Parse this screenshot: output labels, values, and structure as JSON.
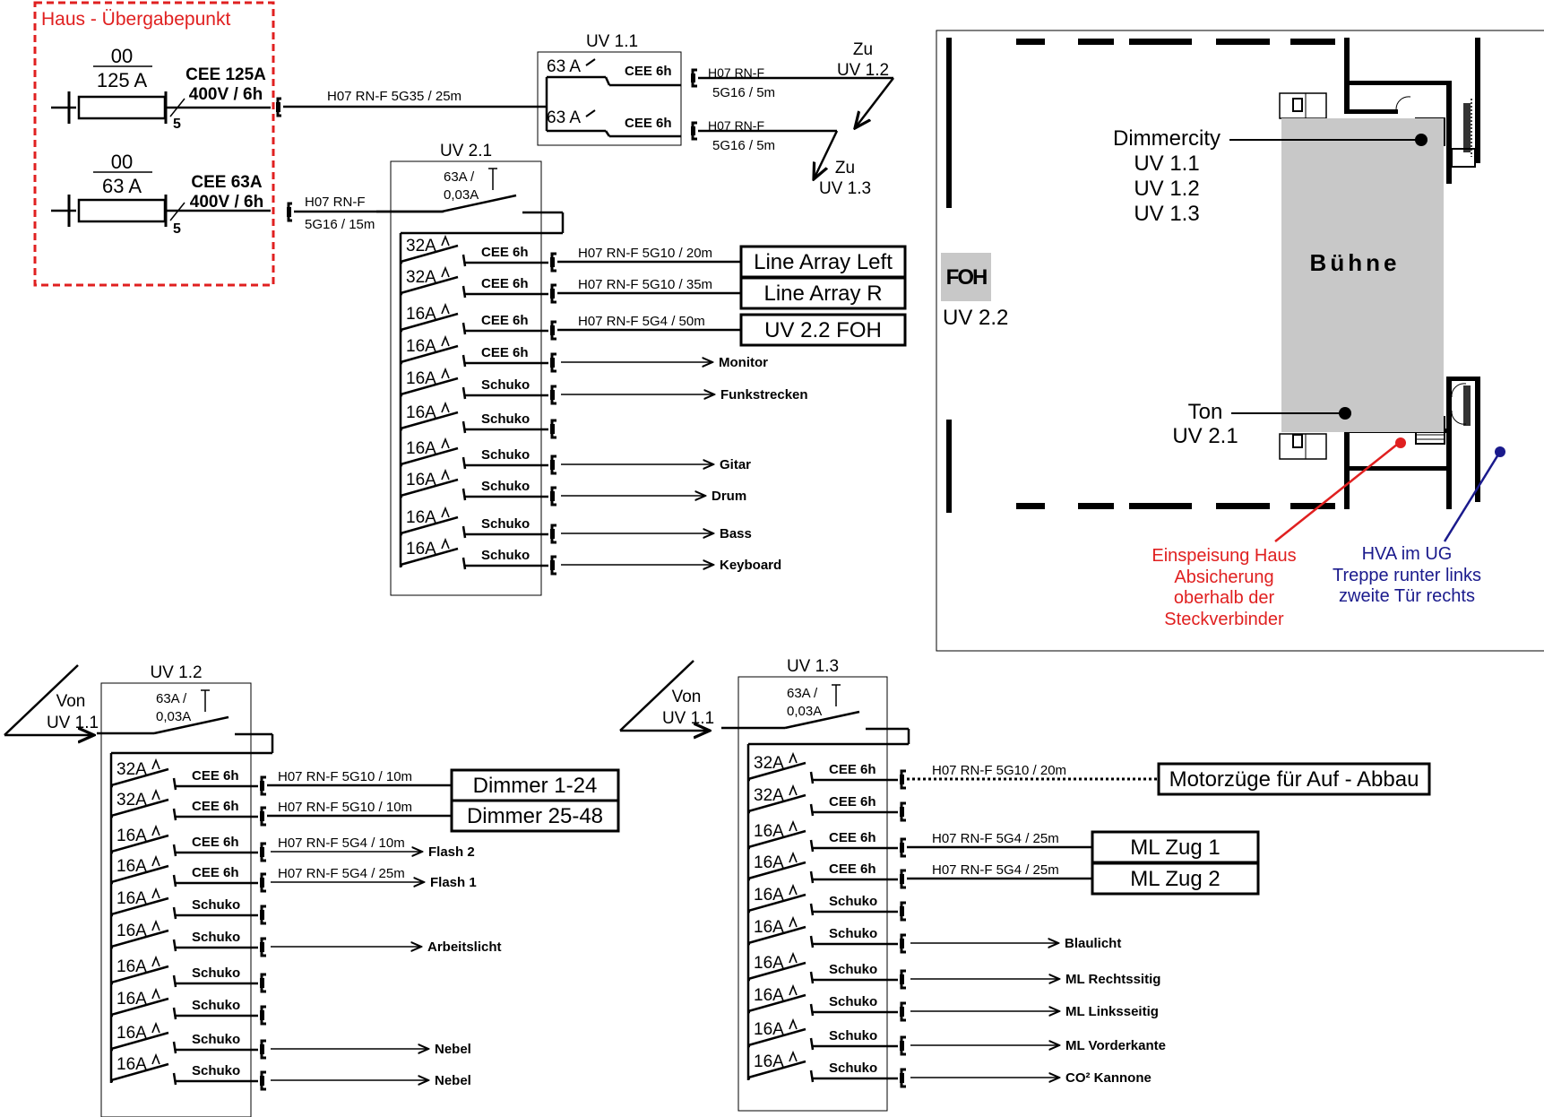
{
  "colors": {
    "ink": "#000000",
    "red": "#e02020",
    "blue": "#1a1a8c",
    "stage": "#c8c8c8",
    "foh": "#c8c8c8"
  },
  "haus": {
    "title": "Haus - Übergabepunkt",
    "fuse1": {
      "top": "00",
      "rating": "125 A",
      "pole": "5",
      "plug": "CEE 125A",
      "plug_rating": "400V / 6h"
    },
    "fuse2": {
      "top": "00",
      "rating": "63 A",
      "pole": "5",
      "plug": "CEE 63A",
      "plug_rating": "400V / 6h"
    }
  },
  "feed1_cable": "H07 RN-F 5G35 / 25m",
  "feed2_cable_a": "H07 RN-F",
  "feed2_cable_b": "5G16 / 15m",
  "uv11": {
    "title": "UV 1.1",
    "b1": "63 A",
    "b2": "63 A",
    "o1": "CEE 6h",
    "o2": "CEE 6h",
    "c1a": "H07 RN-F",
    "c1b": "5G16 / 5m",
    "c2a": "H07 RN-F",
    "c2b": "5G16 / 5m",
    "to1a": "Zu",
    "to1b": "UV 1.2",
    "to2a": "Zu",
    "to2b": "UV 1.3"
  },
  "uv21": {
    "title": "UV 2.1",
    "main_a": "63A /",
    "main_b": "0,03A",
    "rows": [
      {
        "breaker": "32A",
        "outlet": "CEE 6h",
        "cable": "H07 RN-F 5G10 / 20m",
        "target": "Line Array Left"
      },
      {
        "breaker": "32A",
        "outlet": "CEE 6h",
        "cable": "H07 RN-F 5G10 / 35m",
        "target": "Line Array R"
      },
      {
        "breaker": "16A",
        "outlet": "CEE 6h",
        "cable": "H07 RN-F 5G4 / 50m",
        "target": "UV 2.2 FOH"
      },
      {
        "breaker": "16A",
        "outlet": "CEE 6h",
        "cable": "",
        "target": "Monitor"
      },
      {
        "breaker": "16A",
        "outlet": "Schuko",
        "cable": "",
        "target": "Funkstrecken"
      },
      {
        "breaker": "16A",
        "outlet": "Schuko",
        "cable": "",
        "target": ""
      },
      {
        "breaker": "16A",
        "outlet": "Schuko",
        "cable": "",
        "target": "Gitar"
      },
      {
        "breaker": "16A",
        "outlet": "Schuko",
        "cable": "",
        "target": "Drum"
      },
      {
        "breaker": "16A",
        "outlet": "Schuko",
        "cable": "",
        "target": "Bass"
      },
      {
        "breaker": "16A",
        "outlet": "Schuko",
        "cable": "",
        "target": "Keyboard"
      }
    ]
  },
  "uv12": {
    "title": "UV 1.2",
    "from_a": "Von",
    "from_b": "UV 1.1",
    "main_a": "63A /",
    "main_b": "0,03A",
    "rows": [
      {
        "breaker": "32A",
        "outlet": "CEE 6h",
        "cable": "H07 RN-F 5G10 / 10m",
        "target": "Dimmer 1-24"
      },
      {
        "breaker": "32A",
        "outlet": "CEE 6h",
        "cable": "H07 RN-F 5G10 / 10m",
        "target": "Dimmer 25-48"
      },
      {
        "breaker": "16A",
        "outlet": "CEE 6h",
        "cable": "H07 RN-F 5G4 / 10m",
        "target": "Flash 2"
      },
      {
        "breaker": "16A",
        "outlet": "CEE 6h",
        "cable": "H07 RN-F 5G4 / 25m",
        "target": "Flash 1"
      },
      {
        "breaker": "16A",
        "outlet": "Schuko",
        "cable": "",
        "target": ""
      },
      {
        "breaker": "16A",
        "outlet": "Schuko",
        "cable": "",
        "target": "Arbeitslicht"
      },
      {
        "breaker": "16A",
        "outlet": "Schuko",
        "cable": "",
        "target": ""
      },
      {
        "breaker": "16A",
        "outlet": "Schuko",
        "cable": "",
        "target": ""
      },
      {
        "breaker": "16A",
        "outlet": "Schuko",
        "cable": "",
        "target": "Nebel"
      },
      {
        "breaker": "16A",
        "outlet": "Schuko",
        "cable": "",
        "target": "Nebel"
      }
    ]
  },
  "uv13": {
    "title": "UV 1.3",
    "from_a": "Von",
    "from_b": "UV 1.1",
    "main_a": "63A /",
    "main_b": "0,03A",
    "rows": [
      {
        "breaker": "32A",
        "outlet": "CEE 6h",
        "cable": "H07 RN-F 5G10 / 20m",
        "target": "Motorzüge für Auf - Abbau"
      },
      {
        "breaker": "32A",
        "outlet": "CEE 6h",
        "cable": "",
        "target": ""
      },
      {
        "breaker": "16A",
        "outlet": "CEE 6h",
        "cable": "H07 RN-F 5G4 / 25m",
        "target": "ML Zug 1"
      },
      {
        "breaker": "16A",
        "outlet": "CEE 6h",
        "cable": "H07 RN-F 5G4 / 25m",
        "target": "ML Zug 2"
      },
      {
        "breaker": "16A",
        "outlet": "Schuko",
        "cable": "",
        "target": ""
      },
      {
        "breaker": "16A",
        "outlet": "Schuko",
        "cable": "",
        "target": "Blaulicht"
      },
      {
        "breaker": "16A",
        "outlet": "Schuko",
        "cable": "",
        "target": "ML Rechtssitig"
      },
      {
        "breaker": "16A",
        "outlet": "Schuko",
        "cable": "",
        "target": "ML Linksseitig"
      },
      {
        "breaker": "16A",
        "outlet": "Schuko",
        "cable": "",
        "target": "ML Vorderkante"
      },
      {
        "breaker": "16A",
        "outlet": "Schuko",
        "cable": "",
        "target": "CO² Kannone"
      }
    ]
  },
  "plan": {
    "dimmercity": [
      "Dimmercity",
      "UV 1.1",
      "UV 1.2",
      "UV 1.3"
    ],
    "stage": "Bühne",
    "foh": "FOH",
    "uv22": "UV 2.2",
    "ton": [
      "Ton",
      "UV 2.1"
    ],
    "einspeisung": [
      "Einspeisung Haus",
      "Absicherung",
      "oberhalb der",
      "Steckverbinder"
    ],
    "hva": [
      "HVA im UG",
      "Treppe runter links",
      "zweite Tür rechts"
    ]
  }
}
